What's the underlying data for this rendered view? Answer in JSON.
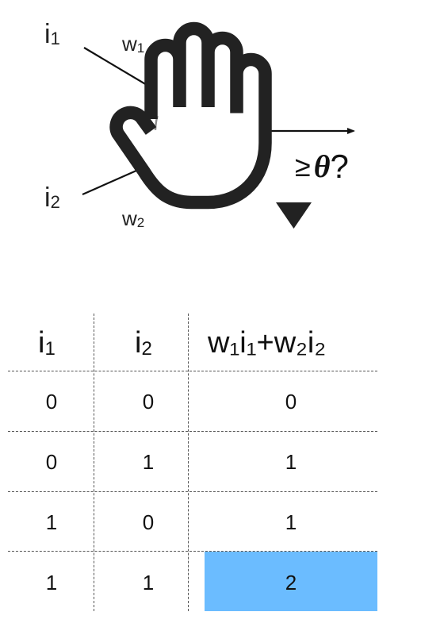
{
  "diagram": {
    "input_1": {
      "base": "i",
      "sub": "1"
    },
    "input_2": {
      "base": "i",
      "sub": "2"
    },
    "weight_1": {
      "base": "w",
      "sub": "1"
    },
    "weight_2": {
      "base": "w",
      "sub": "2"
    },
    "threshold": {
      "symbol": "≥",
      "theta": "θ",
      "question": "?"
    },
    "cursor_icon": "hand-cursor-icon"
  },
  "table": {
    "headers": [
      {
        "parts": [
          {
            "base": "i",
            "sub": "1"
          }
        ]
      },
      {
        "parts": [
          {
            "base": "i",
            "sub": "2"
          }
        ]
      },
      {
        "text": "w₁i₁+w₂i₂"
      }
    ],
    "rows": [
      [
        "0",
        "0",
        "0"
      ],
      [
        "0",
        "1",
        "1"
      ],
      [
        "1",
        "0",
        "1"
      ],
      [
        "1",
        "1",
        "2"
      ]
    ],
    "highlight": {
      "row": 3,
      "col": 2,
      "color": "#6bbcff"
    }
  },
  "colors": {
    "line": "#111111",
    "circle": "#8a8a8a",
    "grid": "#555555",
    "highlight": "#6bbcff"
  }
}
